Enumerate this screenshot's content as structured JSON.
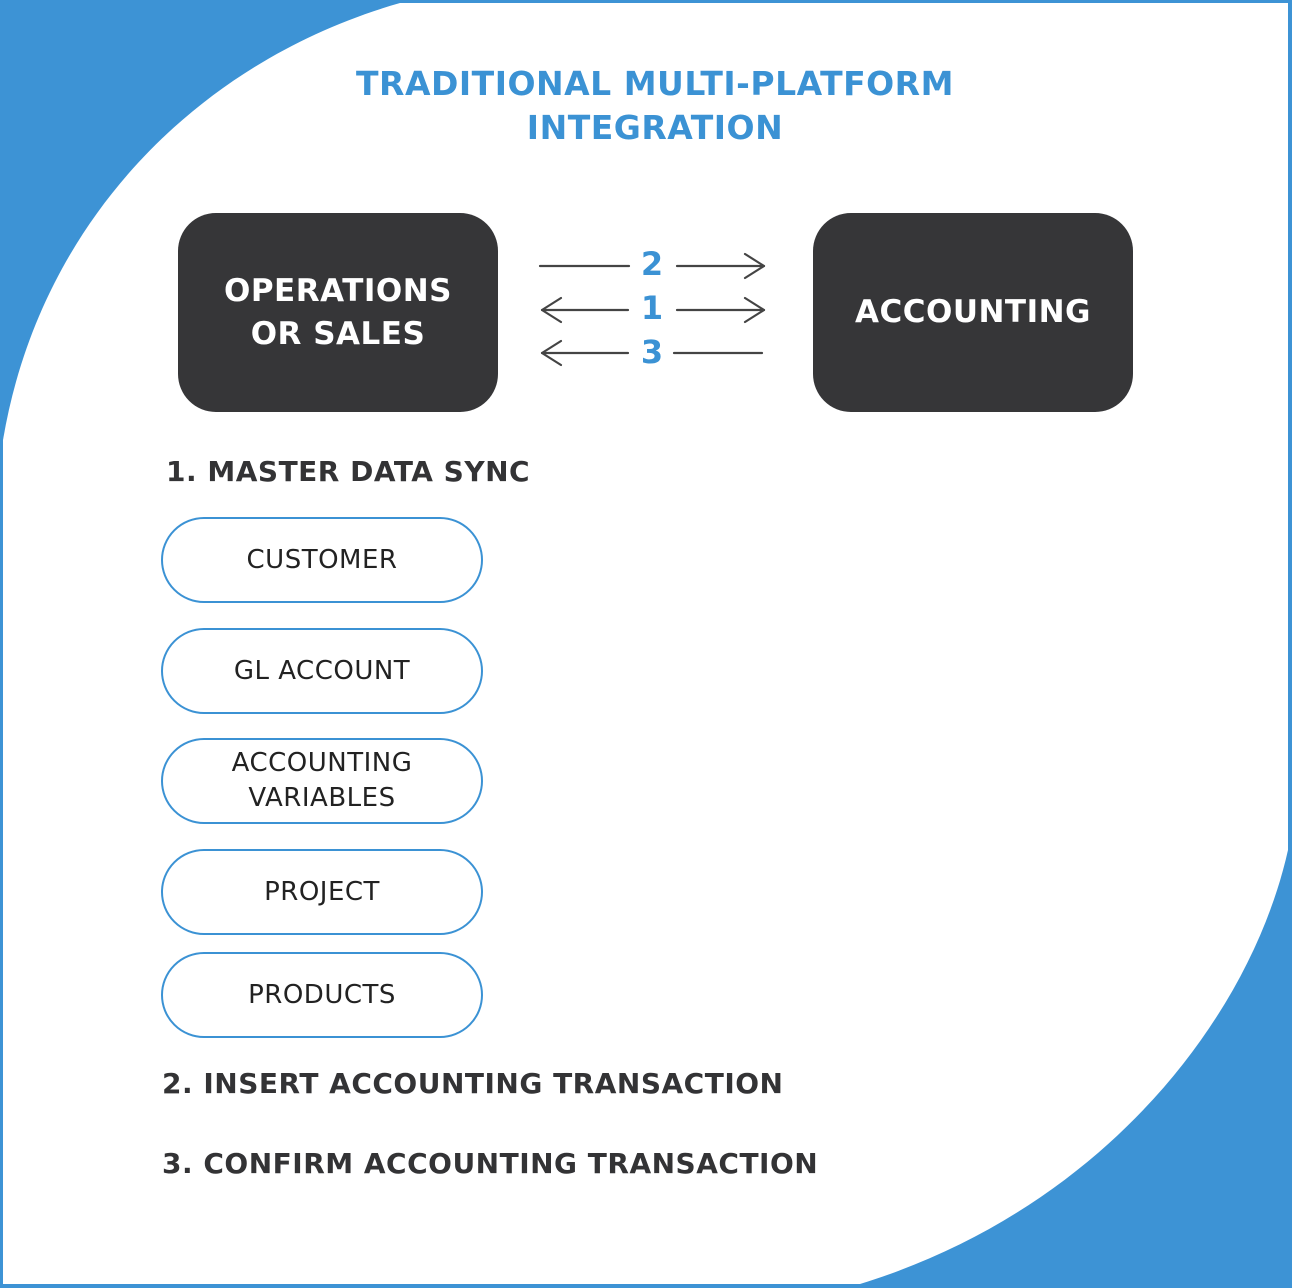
{
  "colors": {
    "accent_blue": "#3b92d4",
    "box_dark": "#363638",
    "text_dark": "#333335",
    "background": "#ffffff"
  },
  "title": {
    "line1": "TRADITIONAL MULTI-PLATFORM",
    "line2": "INTEGRATION"
  },
  "systems": {
    "left": {
      "line1": "OPERATIONS",
      "line2": "OR SALES"
    },
    "right": {
      "label": "ACCOUNTING"
    }
  },
  "flows": [
    {
      "number": "2",
      "direction": "right"
    },
    {
      "number": "1",
      "direction": "both"
    },
    {
      "number": "3",
      "direction": "left"
    }
  ],
  "sections": {
    "master_data_sync": "1. MASTER DATA SYNC",
    "insert_transaction": "2. INSERT ACCOUNTING TRANSACTION",
    "confirm_transaction": "3. CONFIRM ACCOUNTING TRANSACTION"
  },
  "master_data_items": [
    {
      "line1": "CUSTOMER",
      "line2": ""
    },
    {
      "line1": "GL ACCOUNT",
      "line2": ""
    },
    {
      "line1": "ACCOUNTING",
      "line2": "VARIABLES"
    },
    {
      "line1": "PROJECT",
      "line2": ""
    },
    {
      "line1": "PRODUCTS",
      "line2": ""
    }
  ]
}
